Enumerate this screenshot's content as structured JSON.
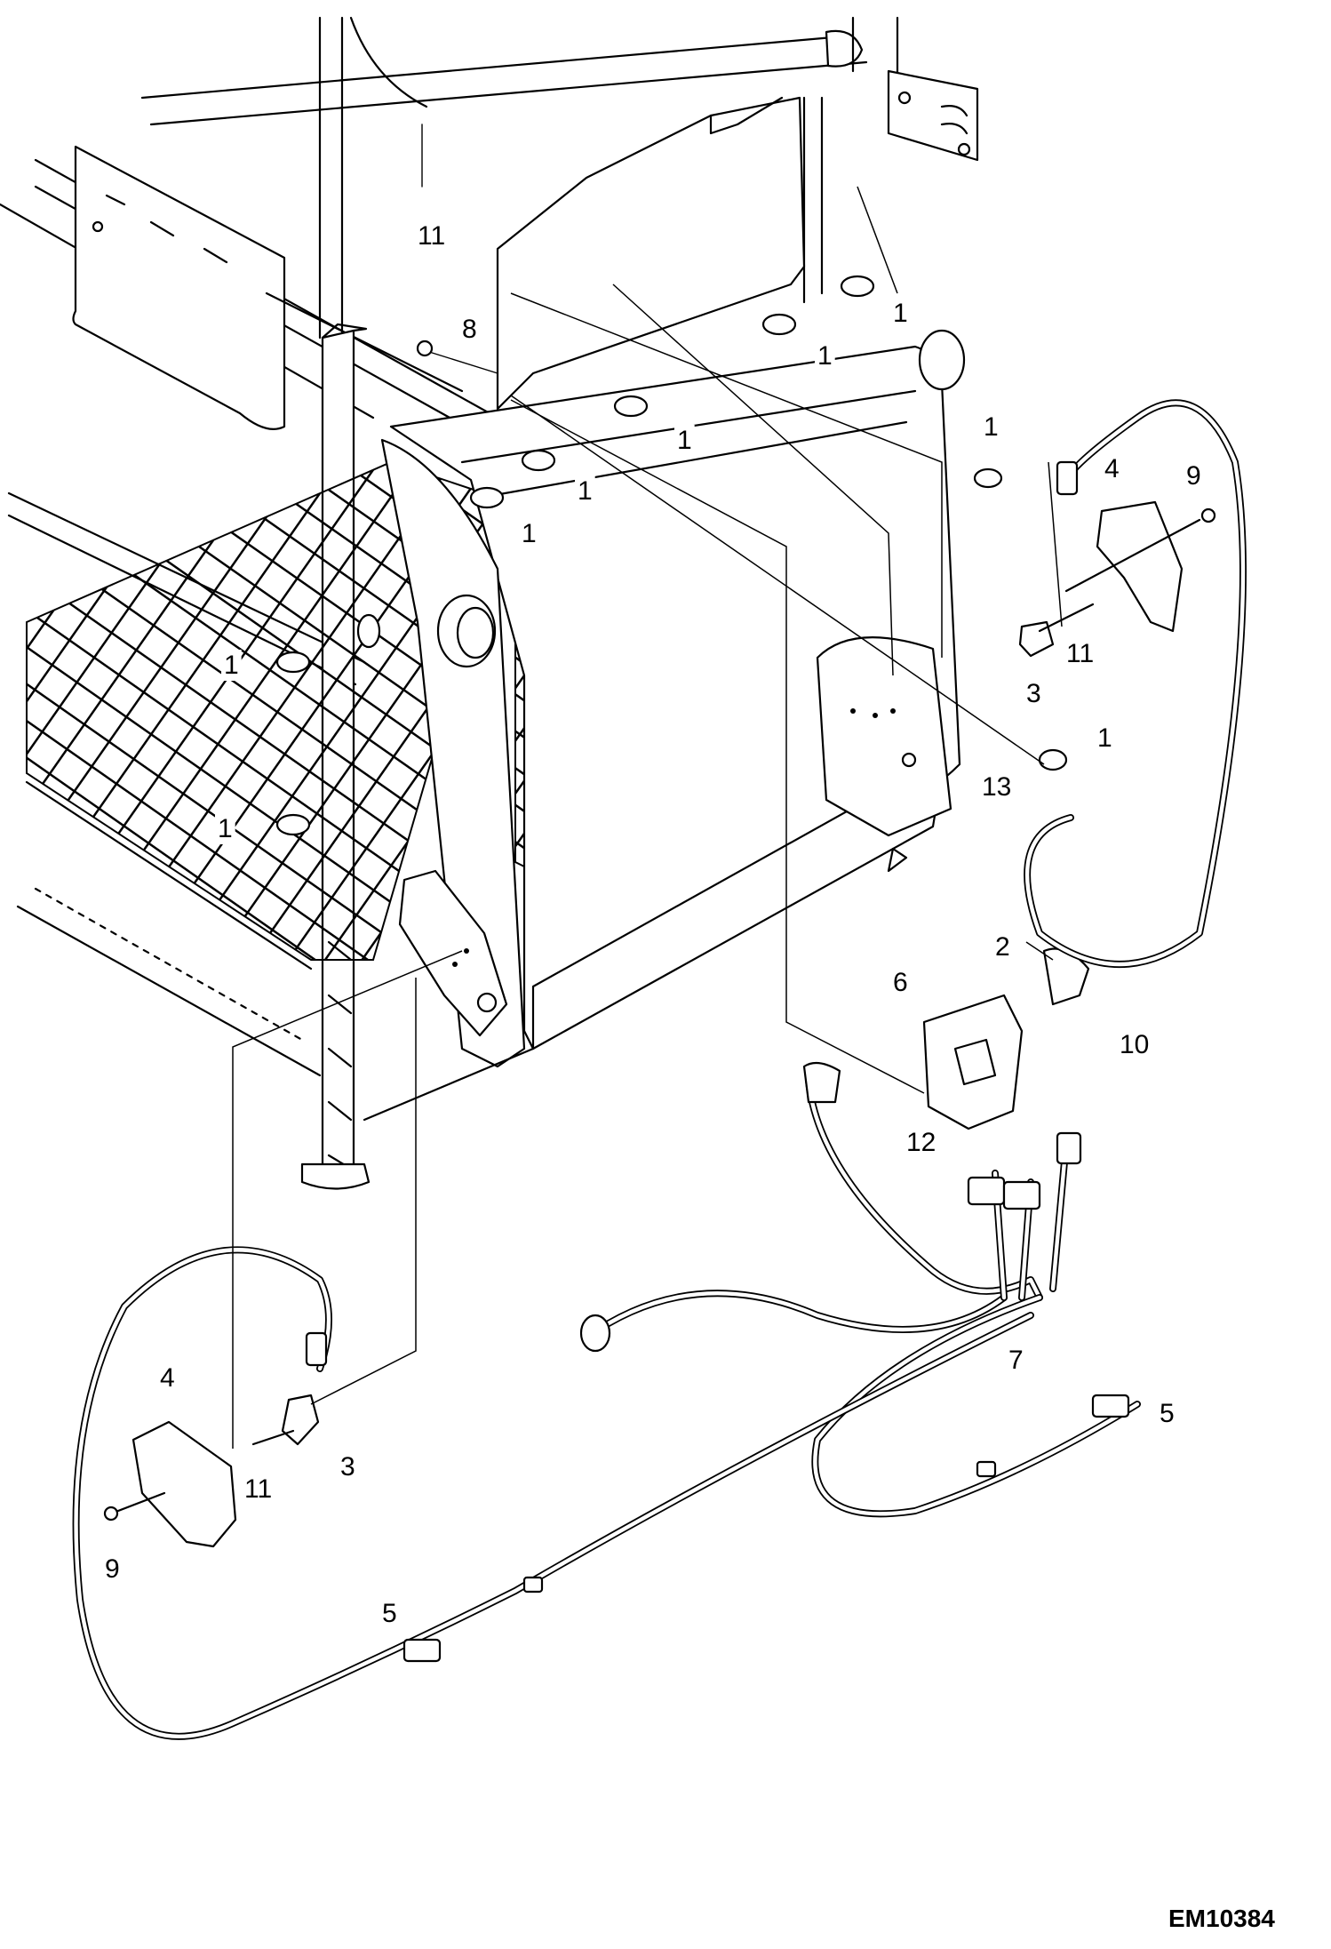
{
  "drawing_code": "EM10384",
  "callouts": [
    {
      "id": "c1a",
      "text": "1"
    },
    {
      "id": "c1b",
      "text": "1"
    },
    {
      "id": "c1c",
      "text": "1"
    },
    {
      "id": "c1d",
      "text": "1"
    },
    {
      "id": "c1e",
      "text": "1"
    },
    {
      "id": "c1f",
      "text": "1"
    },
    {
      "id": "c1g",
      "text": "1"
    },
    {
      "id": "c1h",
      "text": "1"
    },
    {
      "id": "c1i",
      "text": "1"
    },
    {
      "id": "c2",
      "text": "2"
    },
    {
      "id": "c3a",
      "text": "3"
    },
    {
      "id": "c3b",
      "text": "3"
    },
    {
      "id": "c4a",
      "text": "4"
    },
    {
      "id": "c4b",
      "text": "4"
    },
    {
      "id": "c5a",
      "text": "5"
    },
    {
      "id": "c5b",
      "text": "5"
    },
    {
      "id": "c6",
      "text": "6"
    },
    {
      "id": "c7",
      "text": "7"
    },
    {
      "id": "c8",
      "text": "8"
    },
    {
      "id": "c9a",
      "text": "9"
    },
    {
      "id": "c9b",
      "text": "9"
    },
    {
      "id": "c10",
      "text": "10"
    },
    {
      "id": "c11a",
      "text": "11"
    },
    {
      "id": "c11b",
      "text": "11"
    },
    {
      "id": "c11c",
      "text": "11"
    },
    {
      "id": "c12",
      "text": "12"
    },
    {
      "id": "c13",
      "text": "13"
    }
  ]
}
